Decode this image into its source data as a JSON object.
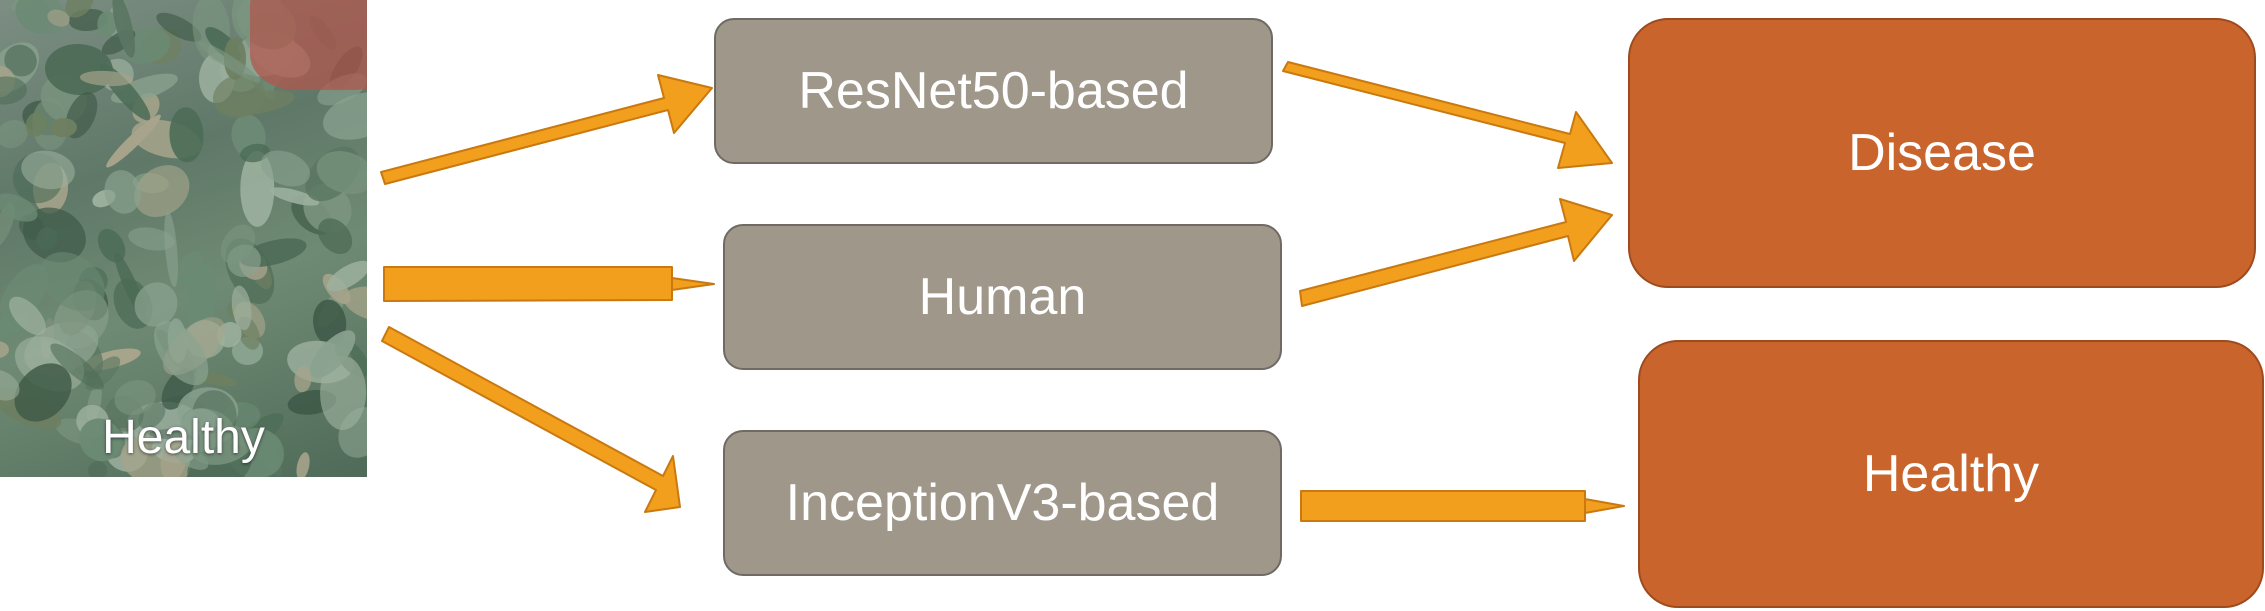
{
  "input": {
    "image_label": "Healthy"
  },
  "models": {
    "top": "ResNet50-based",
    "middle": "Human",
    "bottom": "InceptionV3-based"
  },
  "outcomes": {
    "top": "Disease",
    "bottom": "Healthy"
  },
  "colors": {
    "arrow_fill": "#f29f1d",
    "arrow_stroke": "#c9790f",
    "model_box": "#9f978a",
    "outcome_box": "#c8642c"
  }
}
